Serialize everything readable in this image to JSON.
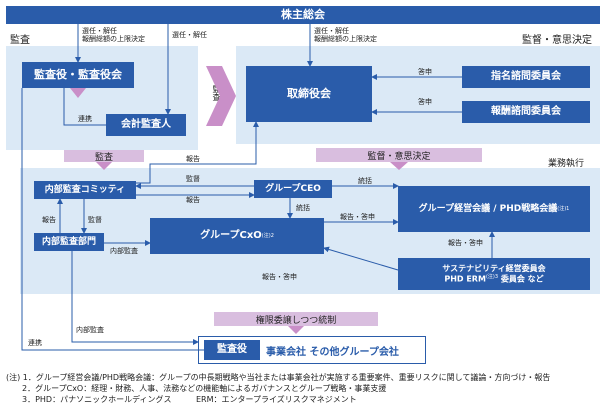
{
  "shareholders": "株主総会",
  "sections": {
    "audit": "監査",
    "supervision": "監督・意思決定",
    "execution": "業務執行"
  },
  "boxes": {
    "audit_committee": "監査役・監査役会",
    "accounting_auditor": "会計監査人",
    "board": "取締役会",
    "nomination": "指名諮問委員会",
    "compensation": "報酬諮問委員会",
    "internal_audit_committee": "内部監査コミッティ",
    "group_ceo": "グループCEO",
    "internal_audit_dept": "内部監査部門",
    "group_cxo": "グループCxO",
    "group_cxo_note": "(注)2",
    "group_mgmt": "グループ経営会議 / PHD戦略会議",
    "group_mgmt_note": "(注)1",
    "sustainability_line1": "サステナビリティ経営委員会",
    "sustainability_line2a": "PHD ERM",
    "sustainability_line2_note": "(注)3",
    "sustainability_line2b": "委員会 など",
    "subsidiary_auditor": "監査役",
    "subsidiaries": "事業会社 その他グループ会社"
  },
  "bands": {
    "audit_arrow": "監査",
    "audit_band": "監査",
    "supervision_band": "監督・意思決定",
    "delegation_band": "権限委譲しつつ統制"
  },
  "labels": {
    "appoint1a": "選任・解任",
    "appoint1b": "報酬総額の上限決定",
    "appoint2": "選任・解任",
    "appoint3a": "選任・解任",
    "appoint3b": "報酬総額の上限決定",
    "report_nom": "答申",
    "report_comp": "答申",
    "cooperation": "連携",
    "report_to_board": "報告",
    "supervise": "監督",
    "report_to_committee": "報告",
    "report_left": "報告",
    "supervise_left": "監督",
    "internal_audit": "内部監査",
    "delegate": "統括",
    "delegate2": "統括",
    "report_answer1": "報告・答申",
    "report_answer2": "報告・答申",
    "report_answer3": "報告・答申",
    "cooperation2": "連携",
    "internal_audit2": "内部監査"
  },
  "notes": [
    "(注) 1．グループ経営会議/PHD戦略会議：グループの中長期戦略や当社または事業会社が実施する重要案件、重要リスクに関して議論・方向づけ・報告",
    "2．グループCxO：経理・財務、人事、法務などの機能軸によるガバナンスとグループ戦略・事業支援",
    "3．PHD：パナソニックホールディングス",
    "ERM：エンタープライズリスクマネジメント"
  ],
  "colors": {
    "dark_box": "#2a5caa",
    "panel": "#dbe9f6",
    "band": "#d9bedf",
    "arrow": "#c98fc8"
  }
}
